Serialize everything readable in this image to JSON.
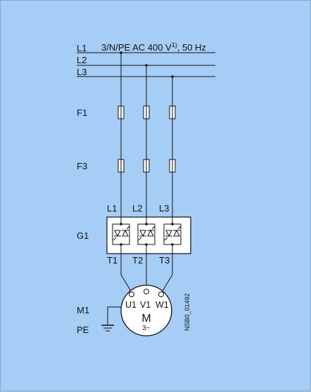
{
  "supply": {
    "line_labels": [
      "L1",
      "L2",
      "L3"
    ],
    "spec_main": "3/N/PE AC 400 V",
    "spec_sup": "1)",
    "spec_tail": ", 50 Hz"
  },
  "devices": {
    "f1": "F1",
    "f3": "F3",
    "g1": "G1",
    "m1": "M1",
    "pe": "PE"
  },
  "g1_inputs": [
    "L1",
    "L2",
    "L3"
  ],
  "g1_outputs": [
    "T1",
    "T2",
    "T3"
  ],
  "motor": {
    "terminals": [
      "U1",
      "V1",
      "W1"
    ],
    "symbol": "M",
    "phase": "3~"
  },
  "drawing_id": "NSB0_01492"
}
